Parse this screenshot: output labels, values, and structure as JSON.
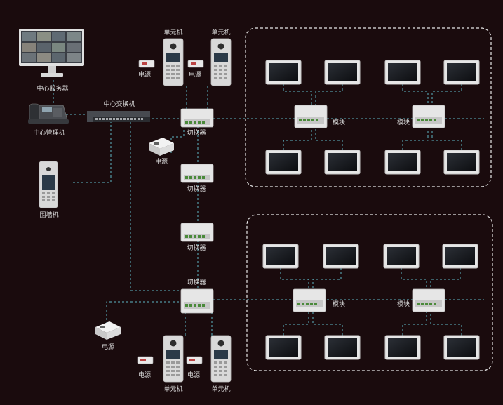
{
  "labels": {
    "central_server": "中心服务器",
    "central_manager": "中心管理机",
    "central_switch": "中心交换机",
    "enclosure_unit": "围墙机",
    "unit_station": "单元机",
    "switcher": "切换器",
    "power": "电源",
    "module": "模块"
  },
  "colors": {
    "background": "#1a0b0d",
    "cable": "#5fb7c5",
    "dashed_border": "#e8e8e8",
    "device_body": "#e6e6e6"
  },
  "icons": {
    "monitor": "indoor-monitor-icon",
    "server": "computer-monitor-icon",
    "phone": "desk-phone-icon",
    "switch": "network-switch-icon",
    "door_station": "door-station-icon",
    "power_supply": "power-supply-icon",
    "junction": "switcher-box-icon"
  }
}
